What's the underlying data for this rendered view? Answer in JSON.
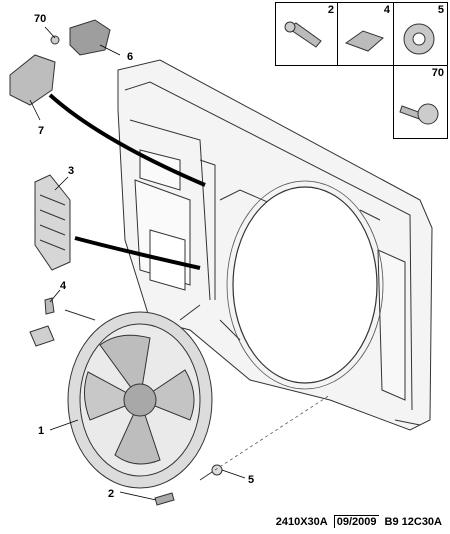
{
  "callouts": {
    "c70": "70",
    "c6": "6",
    "c7": "7",
    "c3": "3",
    "c4": "4",
    "c1": "1",
    "c2": "2",
    "c5": "5"
  },
  "reference_boxes": [
    {
      "number": "2"
    },
    {
      "number": "4"
    },
    {
      "number": "5"
    },
    {
      "number": "70"
    }
  ],
  "footer": {
    "code": "2410X30A",
    "date": "09/2009",
    "ref": "B9 12C30A"
  }
}
